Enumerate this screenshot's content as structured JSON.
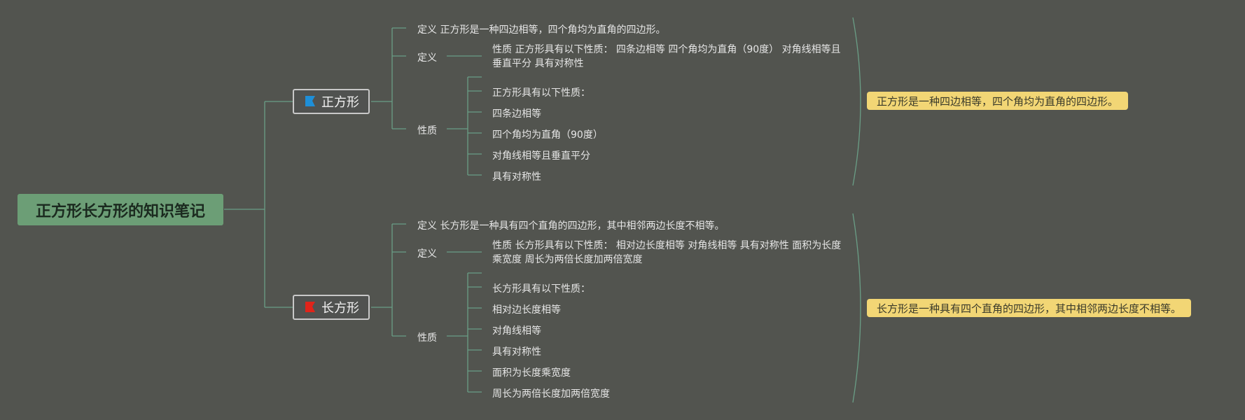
{
  "root": {
    "label": "正方形长方形的知识笔记"
  },
  "branches": [
    {
      "label": "正方形",
      "flag_icon": "blue-flag-icon",
      "flag_color": "#1e8fd8",
      "top_definition": "定义 正方形是一种四边相等，四个角均为直角的四边形。",
      "definition": {
        "label": "定义",
        "text": "性质 正方形具有以下性质： 四条边相等 四个角均为直角（90度） 对角线相等且垂直平分 具有对称性"
      },
      "properties": {
        "label": "性质",
        "items": [
          "正方形具有以下性质：",
          "四条边相等",
          "四个角均为直角（90度）",
          "对角线相等且垂直平分",
          "具有对称性"
        ]
      },
      "summary": "正方形是一种四边相等，四个角均为直角的四边形。"
    },
    {
      "label": "长方形",
      "flag_icon": "red-flag-icon",
      "flag_color": "#e0241a",
      "top_definition": "定义 长方形是一种具有四个直角的四边形，其中相邻两边长度不相等。",
      "definition": {
        "label": "定义",
        "text": "性质 长方形具有以下性质： 相对边长度相等 对角线相等 具有对称性 面积为长度乘宽度 周长为两倍长度加两倍宽度"
      },
      "properties": {
        "label": "性质",
        "items": [
          "长方形具有以下性质：",
          "相对边长度相等",
          "对角线相等",
          "具有对称性",
          "面积为长度乘宽度",
          "周长为两倍长度加两倍宽度"
        ]
      },
      "summary": "长方形是一种具有四个直角的四边形，其中相邻两边长度不相等。"
    }
  ],
  "colors": {
    "background": "#52544f",
    "connector": "#6a9e86",
    "root_fill": "#6c9e76",
    "summary_fill": "#f2d675"
  }
}
